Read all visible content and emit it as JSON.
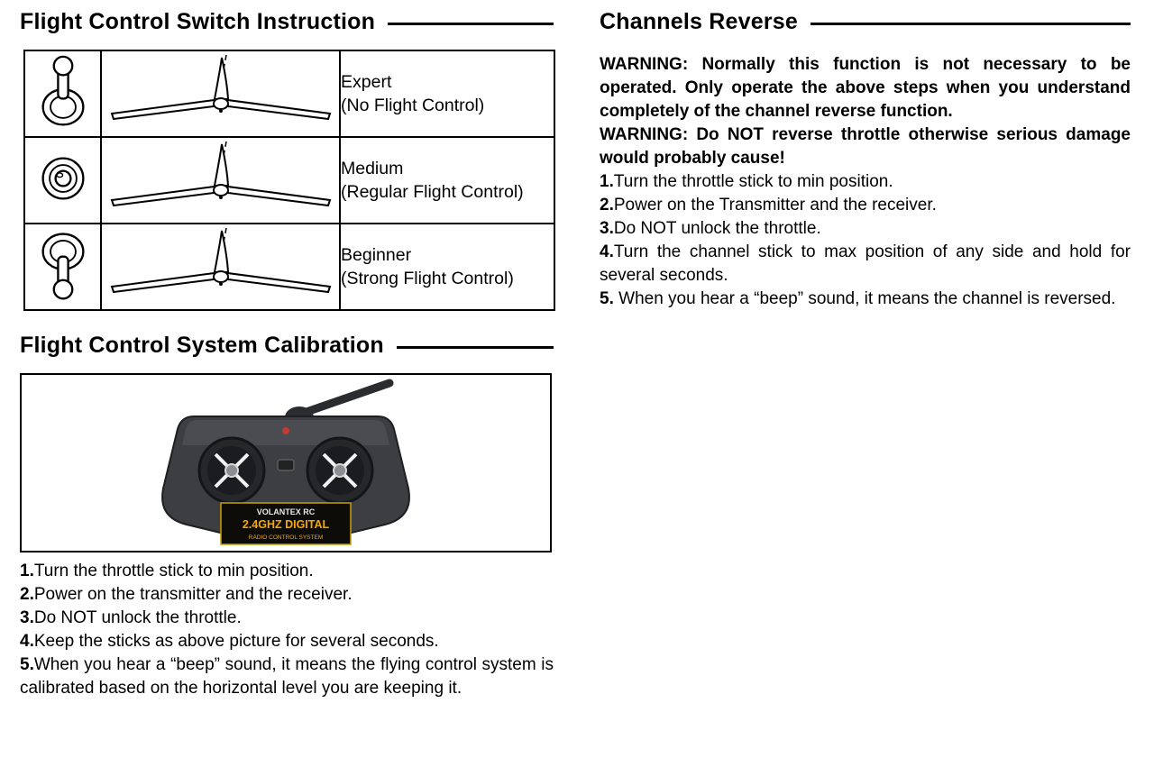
{
  "left": {
    "switch_section": {
      "title": "Flight Control Switch Instruction",
      "rows": [
        {
          "mode": "Expert",
          "control": "(No Flight Control)"
        },
        {
          "mode": "Medium",
          "control": "(Regular Flight Control)"
        },
        {
          "mode": "Beginner",
          "control": "(Strong Flight Control)"
        }
      ]
    },
    "calibration": {
      "title": "Flight Control System Calibration",
      "transmitter": {
        "brand": "VOLANTEX RC",
        "label_main": "2.4GHZ DIGITAL",
        "label_sub": "RADIO CONTROL SYSTEM"
      },
      "steps": [
        {
          "n": "1.",
          "t": "Turn the throttle stick to min position."
        },
        {
          "n": "2.",
          "t": "Power on the transmitter and the receiver."
        },
        {
          "n": "3.",
          "t": "Do NOT unlock the throttle."
        },
        {
          "n": "4.",
          "t": "Keep the sticks as above picture for several seconds."
        },
        {
          "n": "5.",
          "t": "When you hear a “beep” sound, it means the flying control system is calibrated based on the horizontal level you are keeping it."
        }
      ]
    }
  },
  "right": {
    "title": "Channels Reverse",
    "warnings": [
      "WARNING: Normally this function is not necessary to be operated. Only operate the above steps when you understand completely of the channel reverse function.",
      "WARNING: Do NOT reverse throttle otherwise serious damage would probably cause!"
    ],
    "steps": [
      {
        "n": "1.",
        "t": "Turn the throttle stick to min position."
      },
      {
        "n": "2.",
        "t": "Power on the Transmitter and the receiver."
      },
      {
        "n": "3.",
        "t": "Do NOT unlock the throttle."
      },
      {
        "n": "4.",
        "t": "Turn the channel stick to max position of any side and hold for several seconds."
      },
      {
        "n": "5.",
        "t": " When you hear a “beep” sound, it means the channel is reversed."
      }
    ]
  }
}
